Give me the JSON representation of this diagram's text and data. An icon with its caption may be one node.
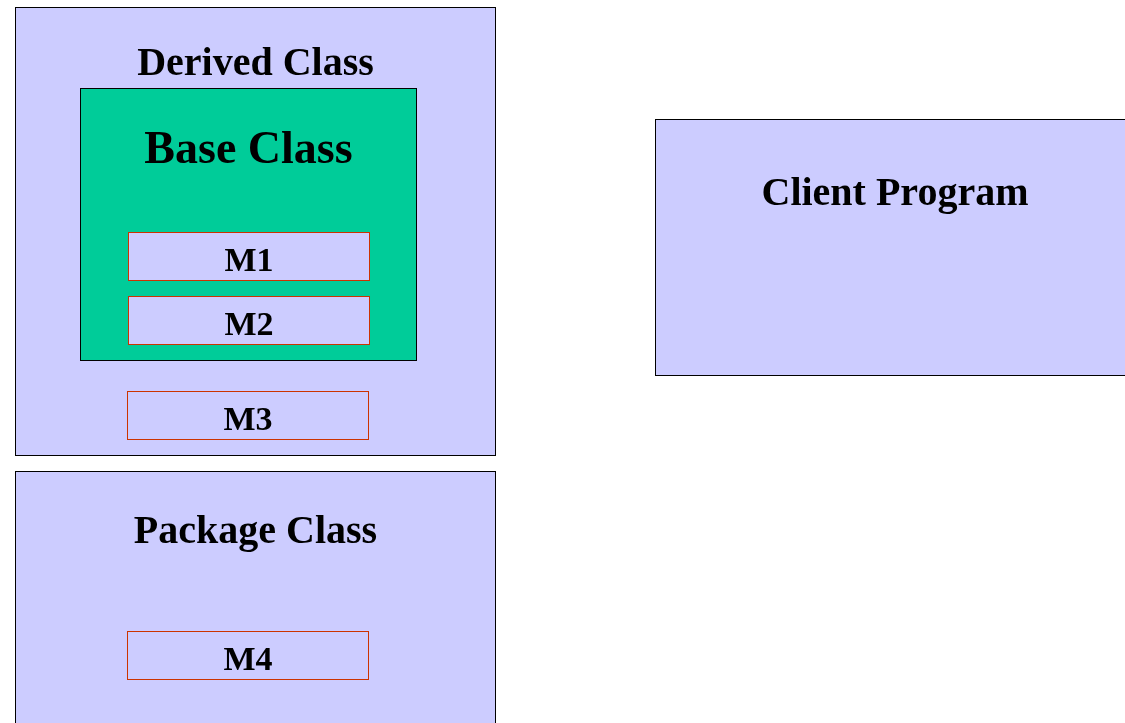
{
  "diagram": {
    "nodes": [
      {
        "text": [
          "Derived Class"
        ]
      },
      {
        "text": [
          "Base Class"
        ],
        "in": 0
      },
      {
        "text": [
          "M1"
        ],
        "in": 1
      },
      {
        "text": [
          "M2"
        ],
        "in": 1
      },
      {
        "text": [
          "M3"
        ],
        "in": 0
      },
      {
        "text": [
          "Package Class"
        ]
      },
      {
        "text": [
          "M4"
        ],
        "in": 5
      },
      {
        "text": [
          "Client Program"
        ]
      }
    ]
  }
}
